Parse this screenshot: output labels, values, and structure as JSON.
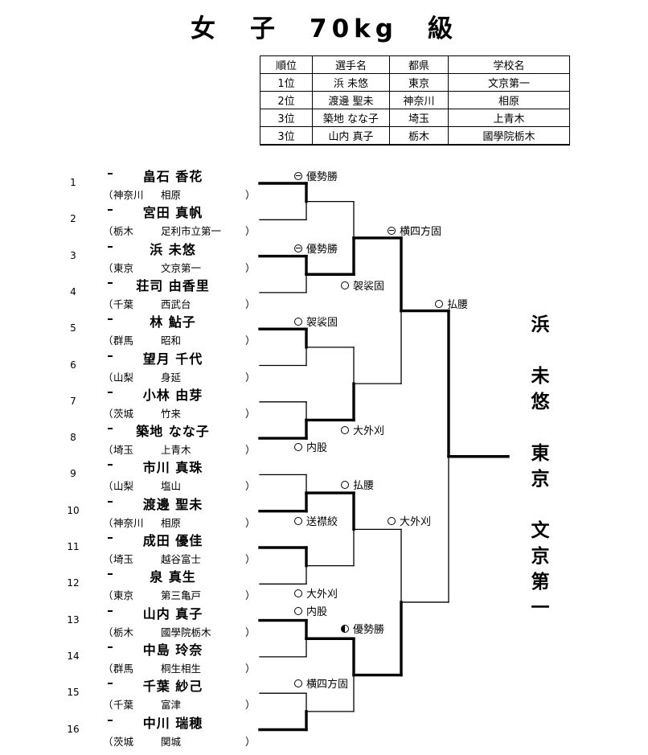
{
  "title": "女　子　70kg　級",
  "results_table": {
    "headers": [
      "順位",
      "選手名",
      "都県",
      "学校名"
    ],
    "rows": [
      [
        "1位",
        "浜 未悠",
        "東京",
        "文京第一"
      ],
      [
        "2位",
        "渡邊 聖未",
        "神奈川",
        "相原"
      ],
      [
        "3位",
        "築地 なな子",
        "埼玉",
        "上青木"
      ],
      [
        "3位",
        "山内 真子",
        "栃木",
        "國學院栃木"
      ]
    ]
  },
  "players": [
    {
      "seed": "1",
      "name": "畠石 香花",
      "pref": "神奈川",
      "school": "相原"
    },
    {
      "seed": "2",
      "name": "宮田 真帆",
      "pref": "栃木",
      "school": "足利市立第一"
    },
    {
      "seed": "3",
      "name": "浜 未悠",
      "pref": "東京",
      "school": "文京第一"
    },
    {
      "seed": "4",
      "name": "荘司 由香里",
      "pref": "千葉",
      "school": "西武台"
    },
    {
      "seed": "5",
      "name": "林 鮎子",
      "pref": "群馬",
      "school": "昭和"
    },
    {
      "seed": "6",
      "name": "望月 千代",
      "pref": "山梨",
      "school": "身延"
    },
    {
      "seed": "7",
      "name": "小林 由芽",
      "pref": "茨城",
      "school": "竹来"
    },
    {
      "seed": "8",
      "name": "築地 なな子",
      "pref": "埼玉",
      "school": "上青木"
    },
    {
      "seed": "9",
      "name": "市川 真珠",
      "pref": "山梨",
      "school": "塩山"
    },
    {
      "seed": "10",
      "name": "渡邊 聖未",
      "pref": "神奈川",
      "school": "相原"
    },
    {
      "seed": "11",
      "name": "成田 優佳",
      "pref": "埼玉",
      "school": "越谷富士"
    },
    {
      "seed": "12",
      "name": "泉 真生",
      "pref": "東京",
      "school": "第三亀戸"
    },
    {
      "seed": "13",
      "name": "山内 真子",
      "pref": "栃木",
      "school": "國學院栃木"
    },
    {
      "seed": "14",
      "name": "中島 玲奈",
      "pref": "群馬",
      "school": "桐生相生"
    },
    {
      "seed": "15",
      "name": "千葉 紗己",
      "pref": "千葉",
      "school": "富津"
    },
    {
      "seed": "16",
      "name": "中川 瑞穂",
      "pref": "茨城",
      "school": "関城"
    }
  ],
  "paren_open": "（",
  "paren_close": "）",
  "match_results": [
    {
      "mark": "yusei",
      "text": "優勢勝"
    },
    {
      "mark": "yusei",
      "text": "優勢勝"
    },
    {
      "mark": "circle",
      "text": "袈裟固"
    },
    {
      "mark": "circle",
      "text": "内股"
    },
    {
      "mark": "circle",
      "text": "送襟絞"
    },
    {
      "mark": "circle",
      "text": "大外刈"
    },
    {
      "mark": "circle",
      "text": "内股"
    },
    {
      "mark": "circle",
      "text": "横四方固"
    },
    {
      "mark": "circle",
      "text": "袈裟固"
    },
    {
      "mark": "circle",
      "text": "大外刈"
    },
    {
      "mark": "circle",
      "text": "払腰"
    },
    {
      "mark": "half",
      "text": "優勢勝"
    },
    {
      "mark": "yusei",
      "text": "横四方固"
    },
    {
      "mark": "circle",
      "text": "大外刈"
    },
    {
      "mark": "circle",
      "text": "払腰"
    }
  ],
  "champion": {
    "name": [
      "浜",
      "",
      "未",
      "悠",
      ""
    ],
    "pref": [
      "東",
      "京",
      ""
    ],
    "school": [
      "文",
      "京",
      "第",
      "一"
    ]
  }
}
